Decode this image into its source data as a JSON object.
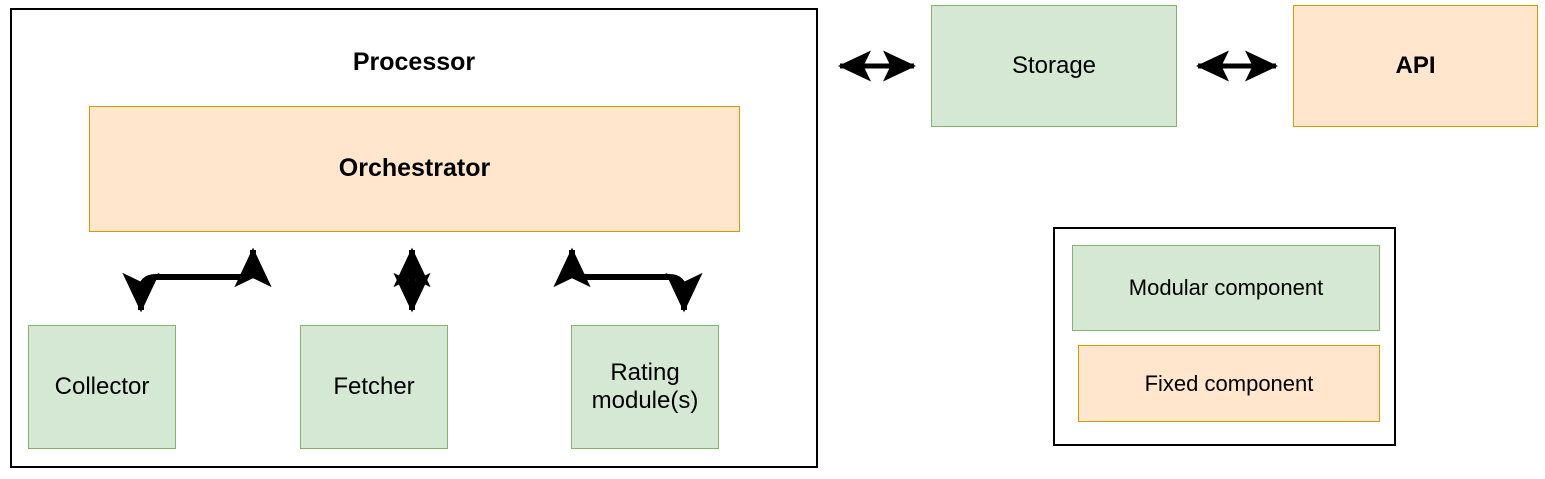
{
  "diagram": {
    "title_visible": false,
    "colors": {
      "modular_fill": "#d5e8d4",
      "modular_stroke": "#82b366",
      "fixed_fill": "#ffe6cc",
      "fixed_stroke": "#d79b00",
      "container_stroke": "#000000",
      "connector_stroke": "#000000",
      "background": "#ffffff"
    },
    "processor": {
      "title": "Processor",
      "orchestrator": {
        "label": "Orchestrator",
        "kind": "fixed"
      },
      "children": [
        {
          "label": "Collector",
          "kind": "modular"
        },
        {
          "label": "Fetcher",
          "kind": "modular"
        },
        {
          "label": "Rating module(s)",
          "kind": "modular"
        }
      ]
    },
    "external": [
      {
        "label": "Storage",
        "kind": "modular"
      },
      {
        "label": "API",
        "kind": "fixed"
      }
    ],
    "connectors": [
      {
        "from": "Processor",
        "to": "Storage",
        "style": "double-arrow-straight"
      },
      {
        "from": "Storage",
        "to": "API",
        "style": "double-arrow-straight"
      },
      {
        "from": "Orchestrator",
        "to": "Collector",
        "style": "double-arrow-curved"
      },
      {
        "from": "Orchestrator",
        "to": "Fetcher",
        "style": "double-arrow-straight"
      },
      {
        "from": "Orchestrator",
        "to": "Rating module(s)",
        "style": "double-arrow-curved"
      }
    ],
    "legend": {
      "items": [
        {
          "label": "Modular component",
          "kind": "modular"
        },
        {
          "label": "Fixed component",
          "kind": "fixed"
        }
      ]
    }
  }
}
